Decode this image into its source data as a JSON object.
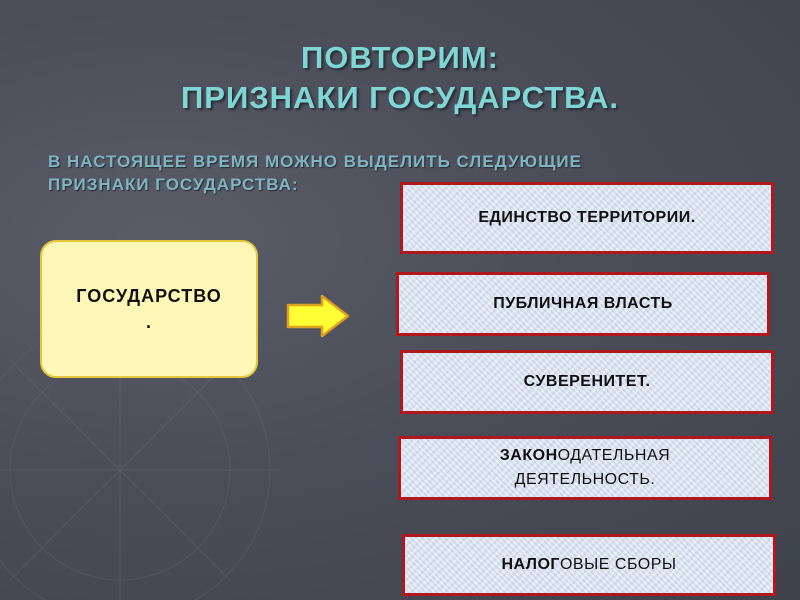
{
  "title": {
    "line1": "ПОВТОРИМ:",
    "line2": "ПРИЗНАКИ ГОСУДАРСТВА."
  },
  "subtitle": {
    "line1": "В НАСТОЯЩЕЕ ВРЕМЯ МОЖНО ВЫДЕЛИТЬ СЛЕДУЮЩИЕ",
    "line2": "ПРИЗНАКИ ГОСУДАРСТВА:"
  },
  "state_box": {
    "label": "ГОСУДАРСТВО",
    "dot": "."
  },
  "items": [
    {
      "bold": "ЕДИНСТВО ТЕРРИТОРИИ.",
      "normal": ""
    },
    {
      "bold": "ПУБЛИЧНАЯ ВЛАСТЬ",
      "normal": ""
    },
    {
      "bold": "СУВЕРЕНИТЕТ.",
      "normal": ""
    },
    {
      "bold": "ЗАКОН",
      "normal": "ОДАТЕЛЬНАЯ",
      "line2": "ДЕЯТЕЛЬНОСТЬ."
    },
    {
      "bold": "НАЛОГ",
      "normal": "ОВЫЕ СБОРЫ"
    }
  ],
  "colors": {
    "title": "#7fd6d6",
    "subtitle": "#7fb5c2",
    "state_box_fill": "#fff7b8",
    "arrow_fill": "#ffff33",
    "arrow_stroke": "#e0a020",
    "item_border": "#b0181e"
  },
  "icons": {
    "arrow": "right-arrow-icon"
  }
}
